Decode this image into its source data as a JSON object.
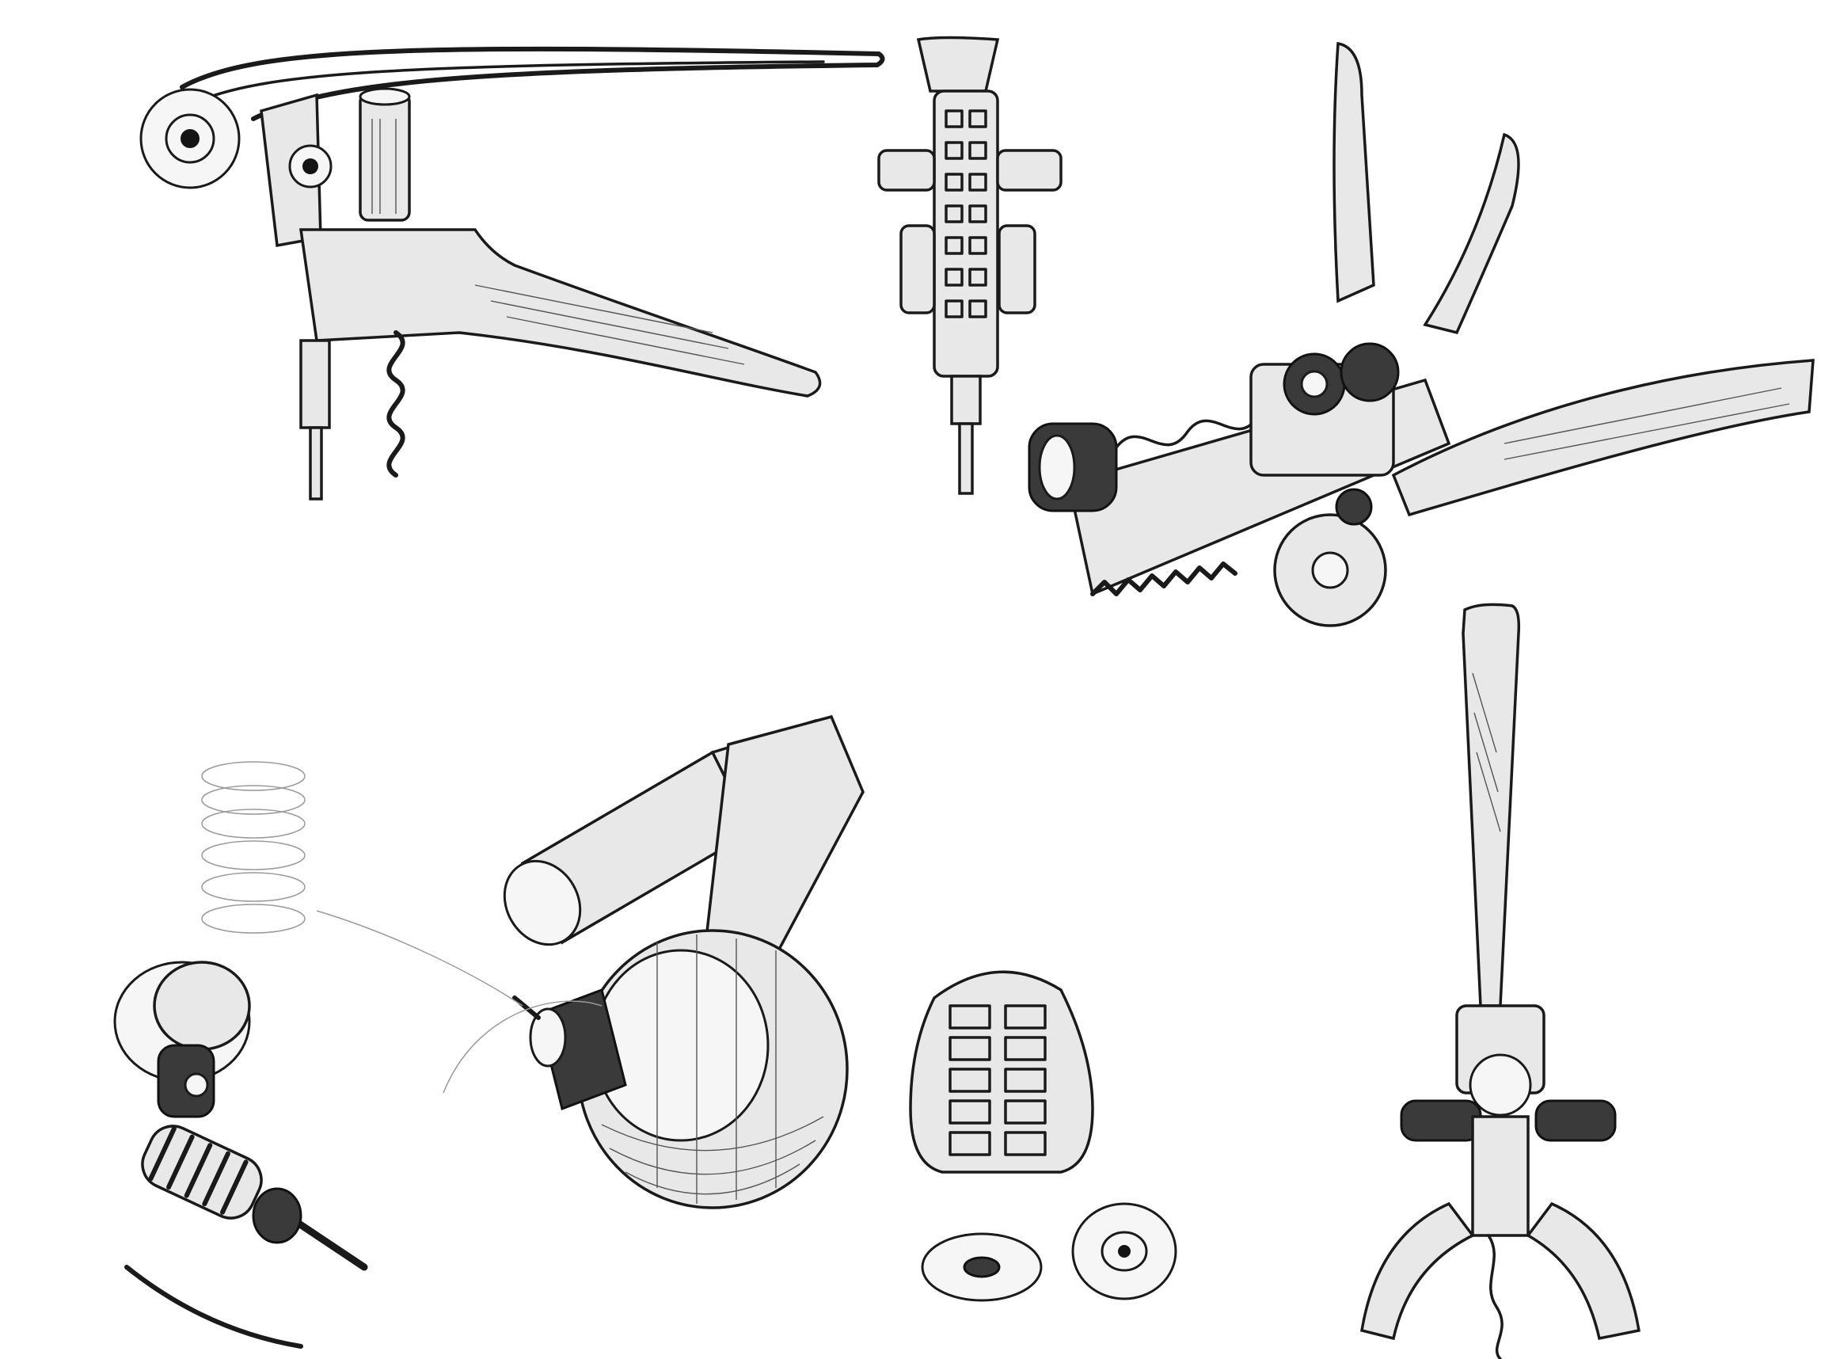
{
  "sheet": {
    "background": "#ffffff",
    "ink": "#1a1a1a"
  },
  "sketches": [
    {
      "id": "lever-side-view"
    },
    {
      "id": "mechanism-front-view"
    },
    {
      "id": "lever-perspective-view"
    },
    {
      "id": "rollers-gear-detail"
    },
    {
      "id": "jaw-and-caps-detail"
    },
    {
      "id": "lever-front-view"
    },
    {
      "id": "spiral-screw-detail"
    }
  ]
}
